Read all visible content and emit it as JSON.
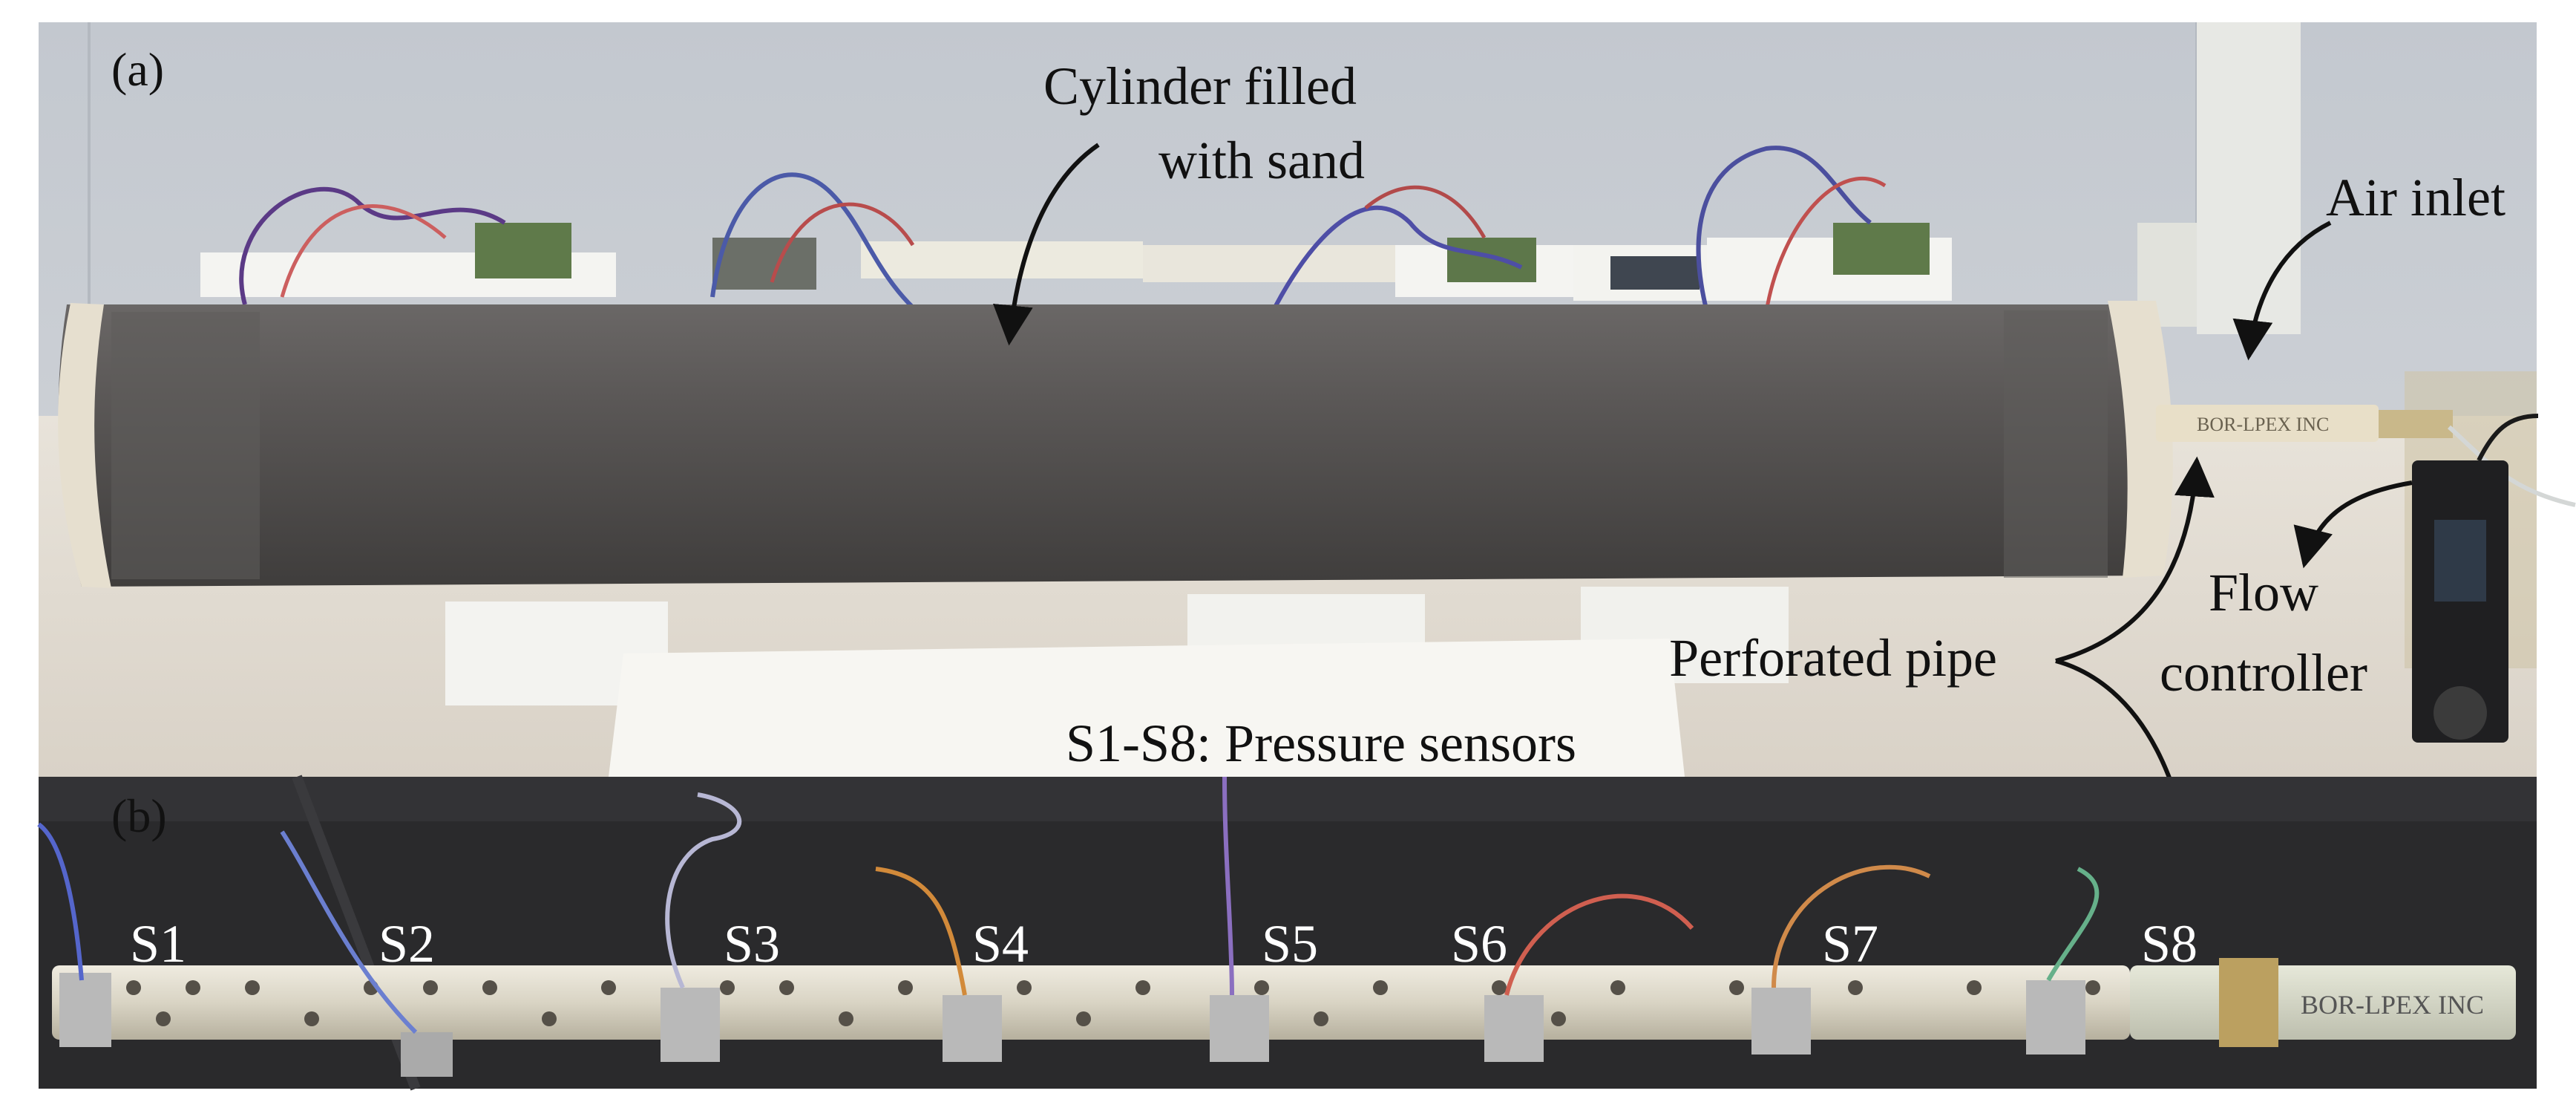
{
  "panel_a": {
    "label": "(a)",
    "annotations": {
      "cylinder_line1": "Cylinder filled",
      "cylinder_line2": "with sand",
      "air_inlet": "Air inlet",
      "flow_line1": "Flow",
      "flow_line2": "controller",
      "perforated_pipe": "Perforated pipe"
    },
    "pipe_marking": "BOR-LPEX INC"
  },
  "caption": "S1-S8: Pressure sensors",
  "panel_b": {
    "label": "(b)",
    "sensors": [
      "S1",
      "S2",
      "S3",
      "S4",
      "S5",
      "S6",
      "S7",
      "S8"
    ],
    "pipe_marking": "BOR-LPEX INC"
  },
  "colors": {
    "wall": "#c9ced4",
    "table": "#e2dcd3",
    "cylinder": "#545150",
    "pipe_bg": "#2a2a2c",
    "pipe": "#ddd8c9",
    "annotation": "#111111",
    "sensor_label": "#ffffff"
  }
}
